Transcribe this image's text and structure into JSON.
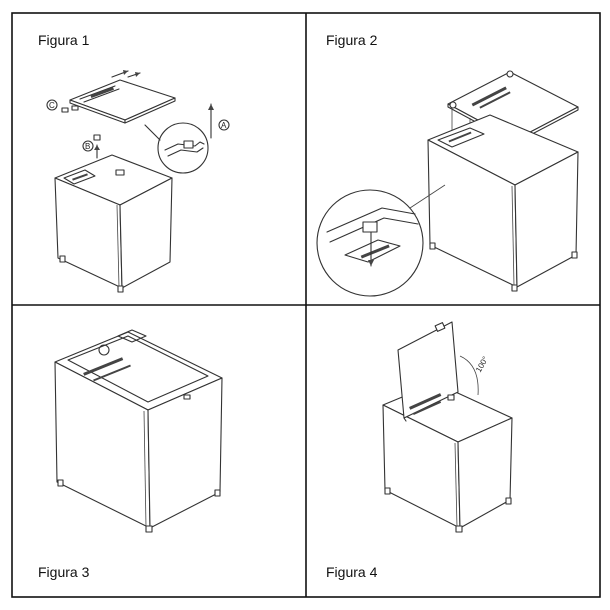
{
  "figures": [
    {
      "label": "Figura 1"
    },
    {
      "label": "Figura 2"
    },
    {
      "label": "Figura 3"
    },
    {
      "label": "Figura 4"
    }
  ],
  "callouts": {
    "a": "A",
    "b": "B",
    "c": "C"
  },
  "angle_label": "100°"
}
